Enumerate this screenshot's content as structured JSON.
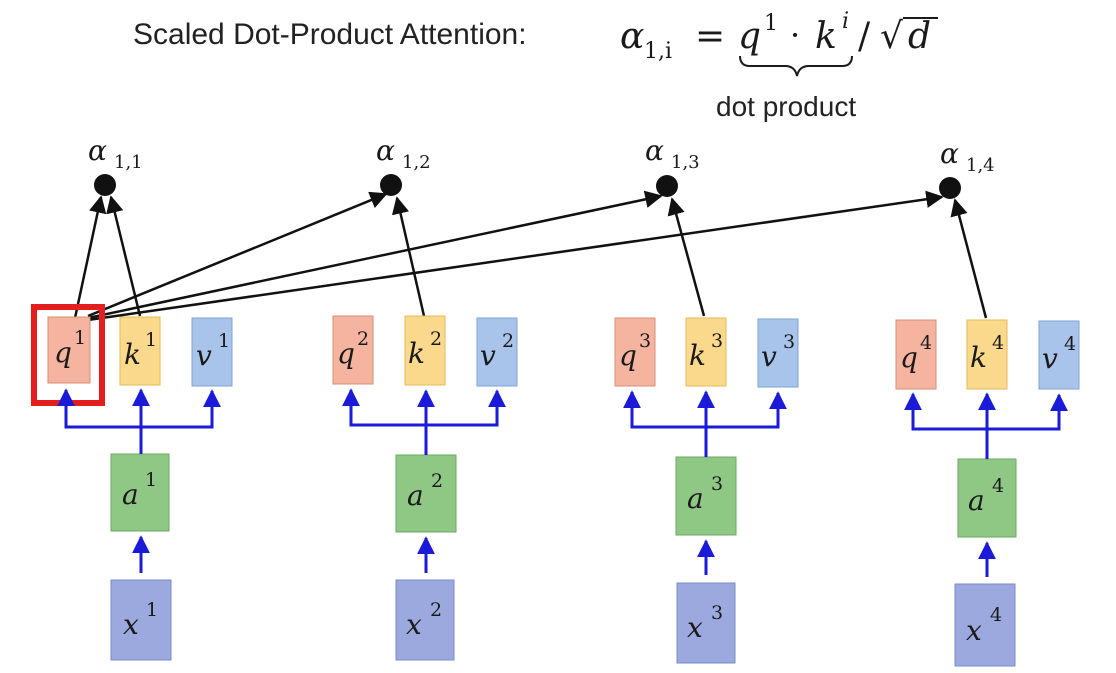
{
  "title": {
    "caption": "Scaled Dot-Product Attention:",
    "formula": {
      "alpha": "α",
      "alpha_sub": "1,i",
      "equals": "=",
      "q": "q",
      "q_sup": "1",
      "dot": "·",
      "k": "k",
      "k_sup": "i",
      "slash": "/",
      "sqrt": "√",
      "d": "d"
    },
    "brace_label": "dot product"
  },
  "colors": {
    "q_fill": "#f4b4a0",
    "q_stroke": "#d98e78",
    "k_fill": "#fbd98c",
    "k_stroke": "#e5b95a",
    "v_fill": "#a9c4ea",
    "v_stroke": "#7fa3d4",
    "a_fill": "#8fc885",
    "a_stroke": "#6aaa60",
    "x_fill": "#9ba9de",
    "x_stroke": "#7b8bc8",
    "highlight": "#e41e1e",
    "connector": "#1a1ad8",
    "attention_arrow": "#111111"
  },
  "columns": [
    {
      "index": "1",
      "q": "q",
      "k": "k",
      "v": "v",
      "a": "a",
      "x": "x",
      "alpha": "α",
      "alpha_sub": "1,1",
      "highlighted": true
    },
    {
      "index": "2",
      "q": "q",
      "k": "k",
      "v": "v",
      "a": "a",
      "x": "x",
      "alpha": "α",
      "alpha_sub": "1,2",
      "highlighted": false
    },
    {
      "index": "3",
      "q": "q",
      "k": "k",
      "v": "v",
      "a": "a",
      "x": "x",
      "alpha": "α",
      "alpha_sub": "1,3",
      "highlighted": false
    },
    {
      "index": "4",
      "q": "q",
      "k": "k",
      "v": "v",
      "a": "a",
      "x": "x",
      "alpha": "α",
      "alpha_sub": "1,4",
      "highlighted": false
    }
  ]
}
